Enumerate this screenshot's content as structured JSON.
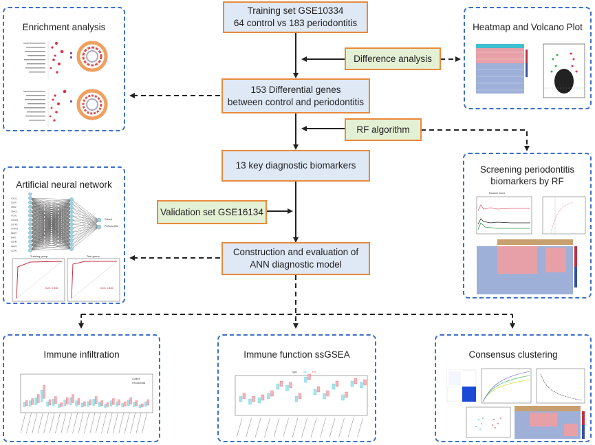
{
  "nodes": {
    "training": [
      "Training set GSE10334",
      "64 control vs 183 periodontitis"
    ],
    "difference": "Difference analysis",
    "diff_genes": [
      "153 Differential genes",
      "between control and periodontitis"
    ],
    "rf": "RF algorithm",
    "key_biomarkers": "13 key diagnostic biomarkers",
    "validation": "Validation set GSE16134",
    "ann": [
      "Construction and evaluation of",
      "ANN diagnostic model"
    ]
  },
  "panels": {
    "enrichment": "Enrichment analysis",
    "heatmap": "Heatmap and Volcano Plot",
    "ann_network": "Artificial neural network",
    "rf_screen": [
      "Screening periodontitis",
      "biomarkers by RF"
    ],
    "immune_infiltration": "Immune infiltration",
    "immune_function": "Immune function ssGSEA",
    "consensus": "Consensus clustering"
  },
  "mini": {
    "ann_outputs": [
      "Control",
      "Periodontitis"
    ],
    "ann_genes": [
      "CXCL1",
      "CD69",
      "CD52",
      "IGHG1",
      "ITGAL",
      "CXCR4",
      "SSTR2",
      "CFHR3",
      "MMP7",
      "PRF1",
      "CDH8",
      "IGLL5",
      "CCR6"
    ],
    "roc_titles": [
      "Training group",
      "Test group"
    ],
    "roc_auc": [
      "AUC: 0.808",
      "AUC: 0.828"
    ],
    "legend_a": [
      "Control",
      "Periodontitis"
    ],
    "type_legend": [
      "Type",
      "Con",
      "Pro"
    ],
    "rf_title": "Random forest",
    "colors": {
      "blue_box": "#dfe8f5",
      "green_box": "#e4f0d4",
      "orange_border": "#e98a3c",
      "dashed_blue": "#3c6fc4",
      "cyan": "#3fbfcf",
      "red": "#e05050"
    }
  }
}
